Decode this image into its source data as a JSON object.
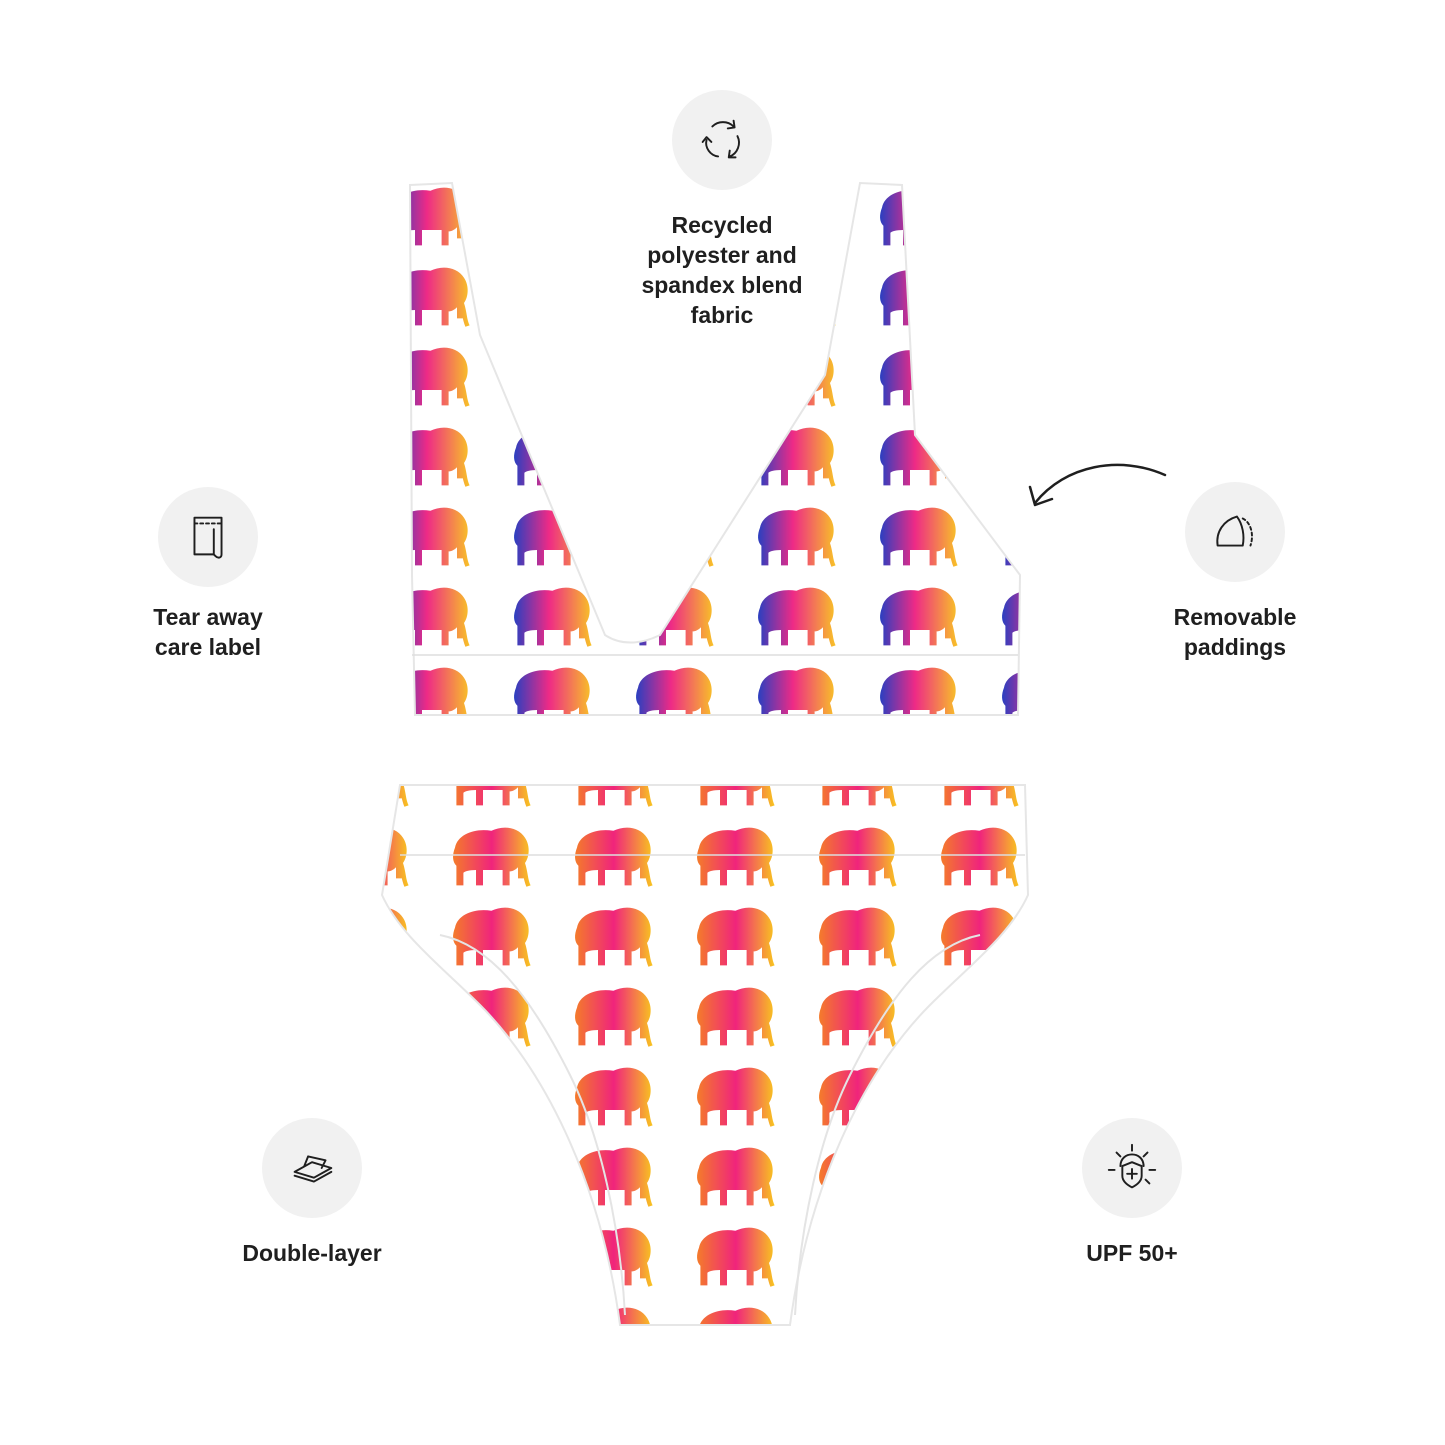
{
  "features": [
    {
      "key": "recycled",
      "label": "Recycled\npolyester and\nspandex blend\nfabric",
      "icon": "recycle-icon"
    },
    {
      "key": "care-label",
      "label": "Tear away\ncare label",
      "icon": "tag-icon"
    },
    {
      "key": "paddings",
      "label": "Removable\npaddings",
      "icon": "padding-icon"
    },
    {
      "key": "double-layer",
      "label": "Double-layer",
      "icon": "layers-icon"
    },
    {
      "key": "upf",
      "label": "UPF 50+",
      "icon": "sun-shield-icon"
    }
  ],
  "product": {
    "description": "",
    "pattern_colors": [
      "#f7c21a",
      "#f0247c",
      "#1f3fbf",
      "#f57a2a"
    ]
  },
  "colors": {
    "background": "#ffffff",
    "icon_circle": "#f1f1f1",
    "text": "#1f1f1f"
  }
}
